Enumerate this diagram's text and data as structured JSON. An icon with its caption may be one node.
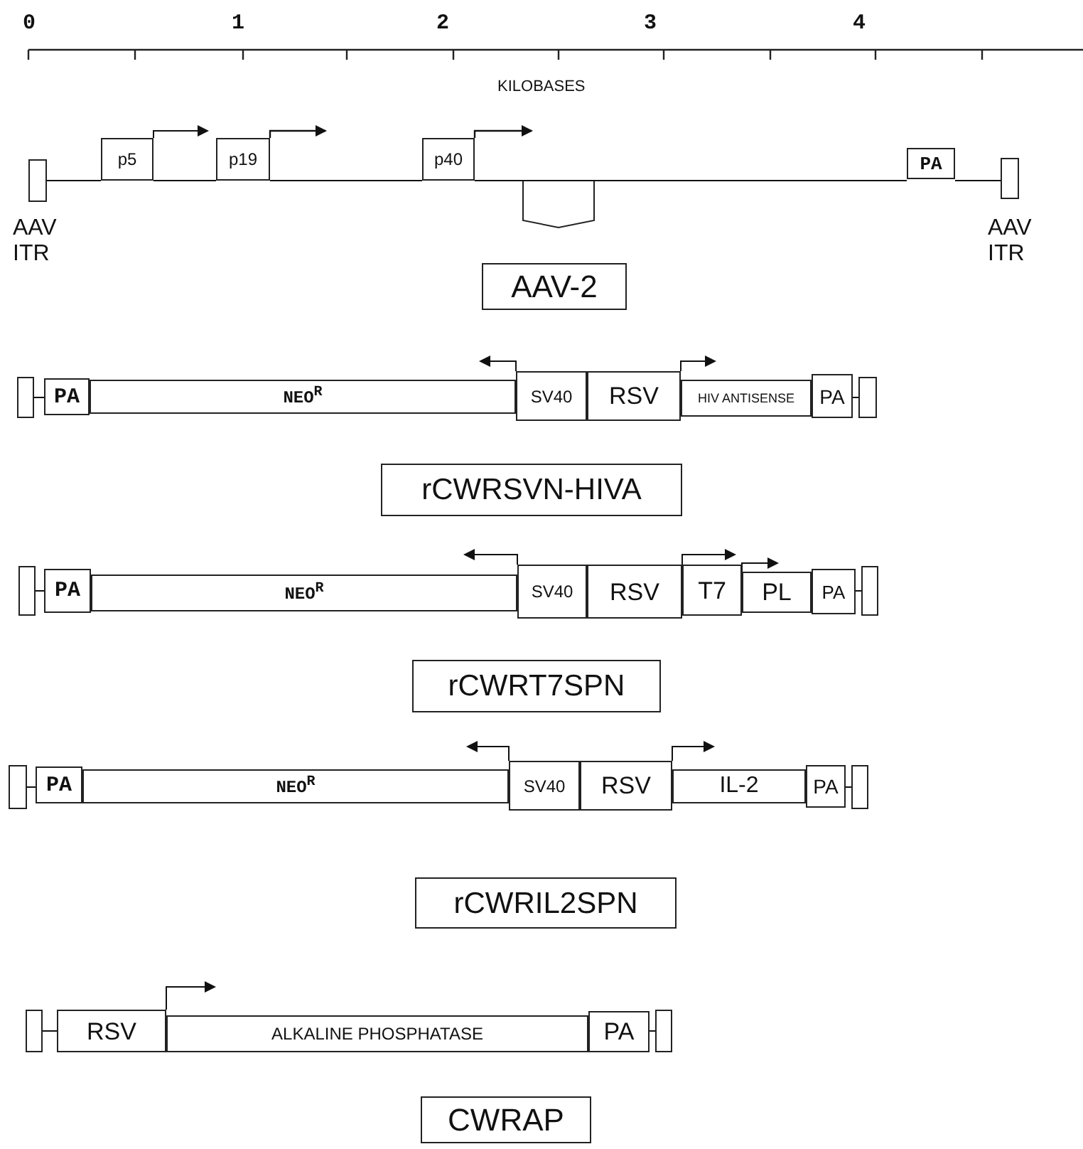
{
  "diagram": {
    "nodes": [
      {
        "text": [],
        "shape": "box",
        "beside": [
          "AAV ITR"
        ]
      },
      {
        "text": [
          "p5"
        ]
      },
      {
        "text": [
          "p19"
        ]
      },
      {
        "text": [
          "p40"
        ]
      },
      {
        "text": [
          "PA"
        ]
      },
      {
        "text": [],
        "shape": "box",
        "beside": [
          "AAV ITR"
        ]
      },
      {
        "text": [
          "AAV-2"
        ]
      },
      {
        "text": [],
        "shape": "box"
      },
      {
        "text": [
          "PA"
        ]
      },
      {
        "text": [
          "NEO$^{R}$"
        ]
      },
      {
        "text": [
          "SV40"
        ]
      },
      {
        "text": [
          "RSV"
        ]
      },
      {
        "text": [
          "HIV ANTISENSE"
        ]
      },
      {
        "text": [
          "PA"
        ]
      },
      {
        "text": [],
        "shape": "box"
      },
      {
        "text": [
          "rCWRSVN-HIVA"
        ]
      },
      {
        "text": [],
        "shape": "box"
      },
      {
        "text": [
          "PA"
        ]
      },
      {
        "text": [
          "NEO$^{R}$"
        ]
      },
      {
        "text": [
          "SV40"
        ]
      },
      {
        "text": [
          "RSV"
        ]
      },
      {
        "text": [
          "T7"
        ]
      },
      {
        "text": [
          "PL"
        ]
      },
      {
        "text": [
          "PA"
        ]
      },
      {
        "text": [],
        "shape": "box"
      },
      {
        "text": [
          "rCWRT7SPN"
        ]
      },
      {
        "text": [],
        "shape": "box"
      },
      {
        "text": [
          "PA"
        ]
      },
      {
        "text": [
          "NEO$^{R}$"
        ]
      },
      {
        "text": [
          "SV40"
        ]
      },
      {
        "text": [
          "RSV"
        ]
      },
      {
        "text": [
          "IL-2"
        ]
      },
      {
        "text": [
          "PA"
        ]
      },
      {
        "text": [],
        "shape": "box"
      },
      {
        "text": [
          "rCWRIL2SPN"
        ]
      },
      {
        "text": [],
        "shape": "box"
      },
      {
        "text": [
          "RSV"
        ]
      },
      {
        "text": [
          "ALKALINE PHOSPHATASE"
        ]
      },
      {
        "text": [
          "PA"
        ]
      },
      {
        "text": [],
        "shape": "box"
      },
      {
        "text": [
          "CWRAP"
        ]
      }
    ],
    "edges": [
      {
        "from": 0,
        "to": 1,
        "arrow": "none"
      },
      {
        "from": 1,
        "to": 2,
        "arrow": "none"
      },
      {
        "from": 2,
        "to": 3,
        "arrow": "none"
      },
      {
        "from": 3,
        "to": 4,
        "arrow": "none"
      },
      {
        "from": 4,
        "to": 5,
        "arrow": "none"
      },
      {
        "from": 1,
        "to": 2,
        "arrow": "to"
      },
      {
        "from": 2,
        "to": null,
        "arrow": "to"
      },
      {
        "from": 3,
        "to": null,
        "arrow": "to"
      },
      {
        "from": 7,
        "to": 8,
        "arrow": "none"
      },
      {
        "from": 13,
        "to": 14,
        "arrow": "none"
      },
      {
        "from": 10,
        "to": 9,
        "arrow": "to"
      },
      {
        "from": 11,
        "to": 12,
        "arrow": "to"
      },
      {
        "from": 16,
        "to": 17,
        "arrow": "none"
      },
      {
        "from": 23,
        "to": 24,
        "arrow": "none"
      },
      {
        "from": 19,
        "to": 18,
        "arrow": "to"
      },
      {
        "from": 21,
        "to": 22,
        "arrow": "to"
      },
      {
        "from": 22,
        "to": 23,
        "arrow": "to"
      },
      {
        "from": 26,
        "to": 27,
        "arrow": "none"
      },
      {
        "from": 32,
        "to": 33,
        "arrow": "none"
      },
      {
        "from": 29,
        "to": 28,
        "arrow": "to"
      },
      {
        "from": 30,
        "to": 31,
        "arrow": "to"
      },
      {
        "from": 35,
        "to": 36,
        "arrow": "none"
      },
      {
        "from": 38,
        "to": 39,
        "arrow": "none"
      },
      {
        "from": 36,
        "to": 37,
        "arrow": "to"
      }
    ],
    "labels": [
      "0",
      "1",
      "2",
      "3",
      "4",
      "KILOBASES"
    ]
  }
}
